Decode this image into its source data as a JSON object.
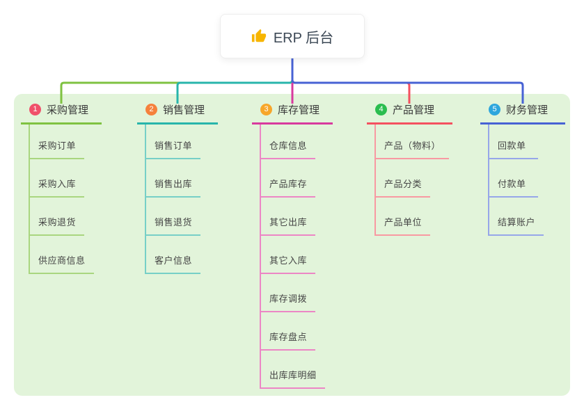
{
  "root": {
    "label": "ERP 后台",
    "icon": "thumbs-up-icon"
  },
  "colors": {
    "canvas_bg": "#ffffff",
    "panel_bg": "#e2f4da",
    "root_text": "#3b4754",
    "branch_text": "#3a3a3a",
    "child_text": "#454545",
    "thumb": "#f7b500",
    "root_connector": "#4762d4"
  },
  "branches": [
    {
      "index": "1",
      "label": "采购管理",
      "badge_color": "#f0506a",
      "line_color": "#7fc241",
      "line_color_light": "#a9d67f",
      "children": [
        "采购订单",
        "采购入库",
        "采购退货",
        "供应商信息"
      ]
    },
    {
      "index": "2",
      "label": "销售管理",
      "badge_color": "#f5813c",
      "line_color": "#28b5ab",
      "line_color_light": "#77cfc7",
      "children": [
        "销售订单",
        "销售出库",
        "销售退货",
        "客户信息"
      ]
    },
    {
      "index": "3",
      "label": "库存管理",
      "badge_color": "#f7a62a",
      "line_color": "#d83a9e",
      "line_color_light": "#ec86c5",
      "children": [
        "仓库信息",
        "产品库存",
        "其它出库",
        "其它入库",
        "库存调拨",
        "库存盘点",
        "出库库明细"
      ]
    },
    {
      "index": "4",
      "label": "产品管理",
      "badge_color": "#2bbd4f",
      "line_color": "#f4505f",
      "line_color_light": "#f899a2",
      "children": [
        "产品（物料）",
        "产品分类",
        "产品单位"
      ]
    },
    {
      "index": "5",
      "label": "财务管理",
      "badge_color": "#2ea6dd",
      "line_color": "#4762d4",
      "line_color_light": "#96a6e9",
      "children": [
        "回款单",
        "付款单",
        "结算账户"
      ]
    }
  ]
}
